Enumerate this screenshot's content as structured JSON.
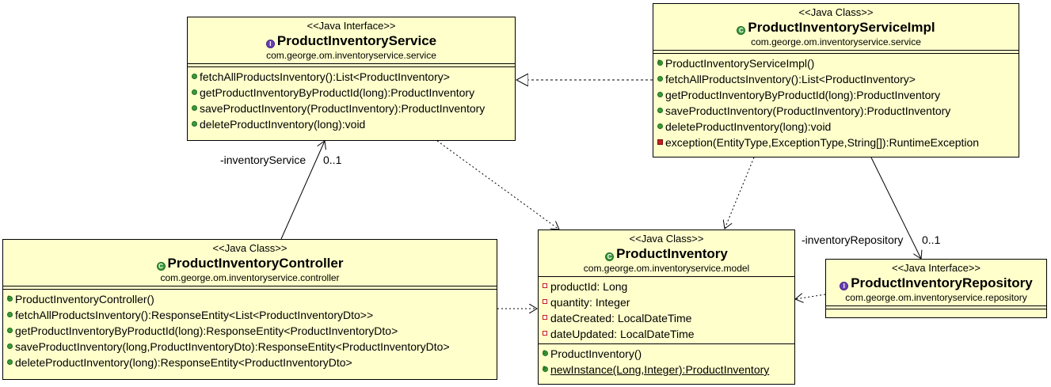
{
  "service_iface": {
    "stereotype": "<<Java Interface>>",
    "name": "ProductInventoryService",
    "package": "com.george.om.inventoryservice.service",
    "methods": [
      "fetchAllProductsInventory():List<ProductInventory>",
      "getProductInventoryByProductId(long):ProductInventory",
      "saveProductInventory(ProductInventory):ProductInventory",
      "deleteProductInventory(long):void"
    ]
  },
  "service_impl": {
    "stereotype": "<<Java Class>>",
    "name": "ProductInventoryServiceImpl",
    "package": "com.george.om.inventoryservice.service",
    "methods": [
      "ProductInventoryServiceImpl()",
      "fetchAllProductsInventory():List<ProductInventory>",
      "getProductInventoryByProductId(long):ProductInventory",
      "saveProductInventory(ProductInventory):ProductInventory",
      "deleteProductInventory(long):void",
      "exception(EntityType,ExceptionType,String[]):RuntimeException"
    ]
  },
  "controller": {
    "stereotype": "<<Java Class>>",
    "name": "ProductInventoryController",
    "package": "com.george.om.inventoryservice.controller",
    "methods": [
      "ProductInventoryController()",
      "fetchAllProductsInventory():ResponseEntity<List<ProductInventoryDto>>",
      "getProductInventoryByProductId(long):ResponseEntity<ProductInventoryDto>",
      "saveProductInventory(long,ProductInventoryDto):ResponseEntity<ProductInventoryDto>",
      "deleteProductInventory(long):ResponseEntity<ProductInventoryDto>"
    ]
  },
  "model": {
    "stereotype": "<<Java Class>>",
    "name": "ProductInventory",
    "package": "com.george.om.inventoryservice.model",
    "fields": [
      "productId: Long",
      "quantity: Integer",
      "dateCreated: LocalDateTime",
      "dateUpdated: LocalDateTime"
    ],
    "methods": [
      "ProductInventory()",
      "newInstance(Long,Integer):ProductInventory"
    ]
  },
  "repository": {
    "stereotype": "<<Java Interface>>",
    "name": "ProductInventoryRepository",
    "package": "com.george.om.inventoryservice.repository"
  },
  "labels": {
    "inventory_service_role": "-inventoryService",
    "inventory_service_mult": "0..1",
    "inventory_repository_role": "-inventoryRepository",
    "inventory_repository_mult": "0..1"
  },
  "icons": {
    "interface": "interface-icon",
    "class": "class-icon",
    "public_method": "public-method-icon",
    "private_field": "private-field-icon",
    "private_method": "private-method-icon",
    "constructor": "constructor-icon",
    "static_method": "static-method-icon"
  },
  "colors": {
    "box_fill": "#ffffcc",
    "public": "#3c9a3c",
    "private": "#c02020",
    "interface": "#6a3fb5"
  }
}
